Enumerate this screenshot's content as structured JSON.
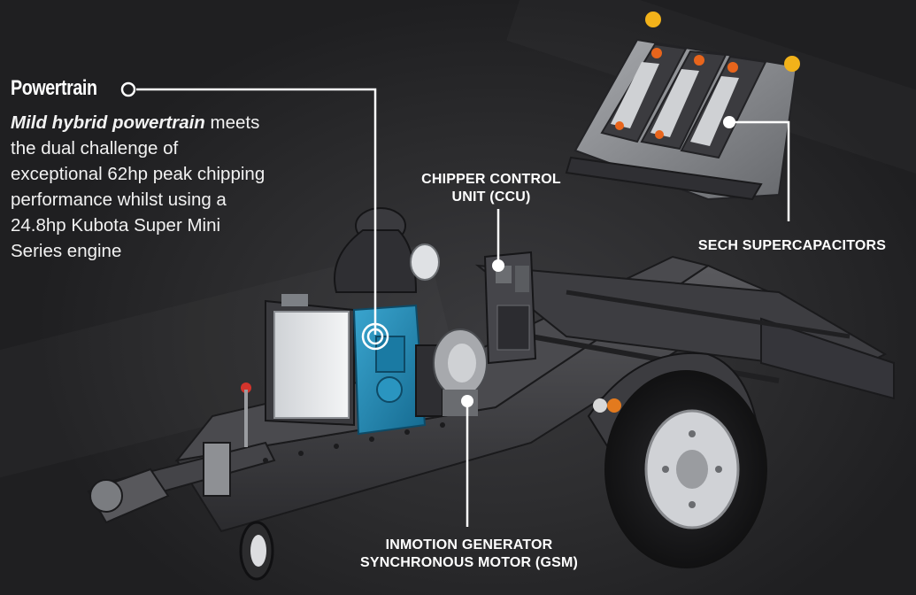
{
  "powertrain": {
    "title": "Powertrain",
    "desc_emphasis": "Mild hybrid powertrain",
    "desc_lines": [
      " meets",
      "the dual challenge of",
      "exceptional 62hp peak chipping",
      "performance whilst using a",
      "24.8hp Kubota Super Mini",
      "Series engine"
    ]
  },
  "callouts": {
    "ccu_line1": "CHIPPER CONTROL",
    "ccu_line2": "UNIT (CCU)",
    "sech": "SECH SUPERCAPACITORS",
    "gsm_line1": "INMOTION GENERATOR",
    "gsm_line2": "SYNCHRONOUS MOTOR (GSM)"
  },
  "colors": {
    "background": "#2a2a2c",
    "engine_accent": "#1f86b3",
    "supercap_accent": "#f2b21a",
    "callout_line": "#ffffff"
  }
}
